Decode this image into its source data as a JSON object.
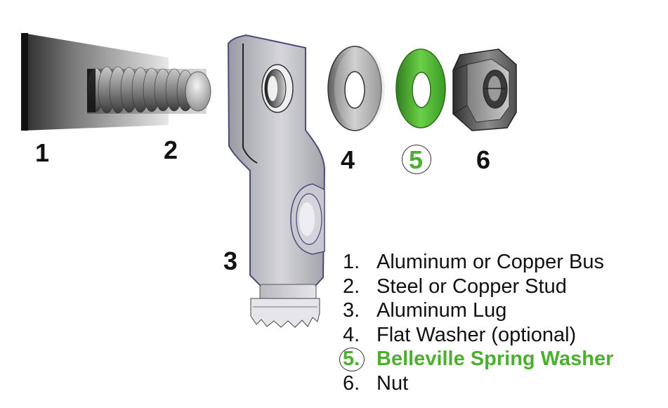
{
  "parts": [
    {
      "number": "1",
      "label": "Aluminum or Copper Bus"
    },
    {
      "number": "2",
      "label": "Steel or Copper Stud"
    },
    {
      "number": "3",
      "label": "Aluminum Lug"
    },
    {
      "number": "4",
      "label": "Flat Washer (optional)"
    },
    {
      "number": "5",
      "label": "Belleville Spring Washer"
    },
    {
      "number": "6",
      "label": "Nut"
    }
  ],
  "legend": [
    {
      "n": "1.",
      "text": "Aluminum or Copper Bus"
    },
    {
      "n": "2.",
      "text": "Steel or Copper Stud"
    },
    {
      "n": "3.",
      "text": "Aluminum Lug"
    },
    {
      "n": "4.",
      "text": "Flat Washer (optional)"
    },
    {
      "n": "5.",
      "text": "Belleville Spring Washer"
    },
    {
      "n": "6.",
      "text": "Nut"
    }
  ],
  "highlight_color": "#4caf2f",
  "highlighted_part": "5"
}
